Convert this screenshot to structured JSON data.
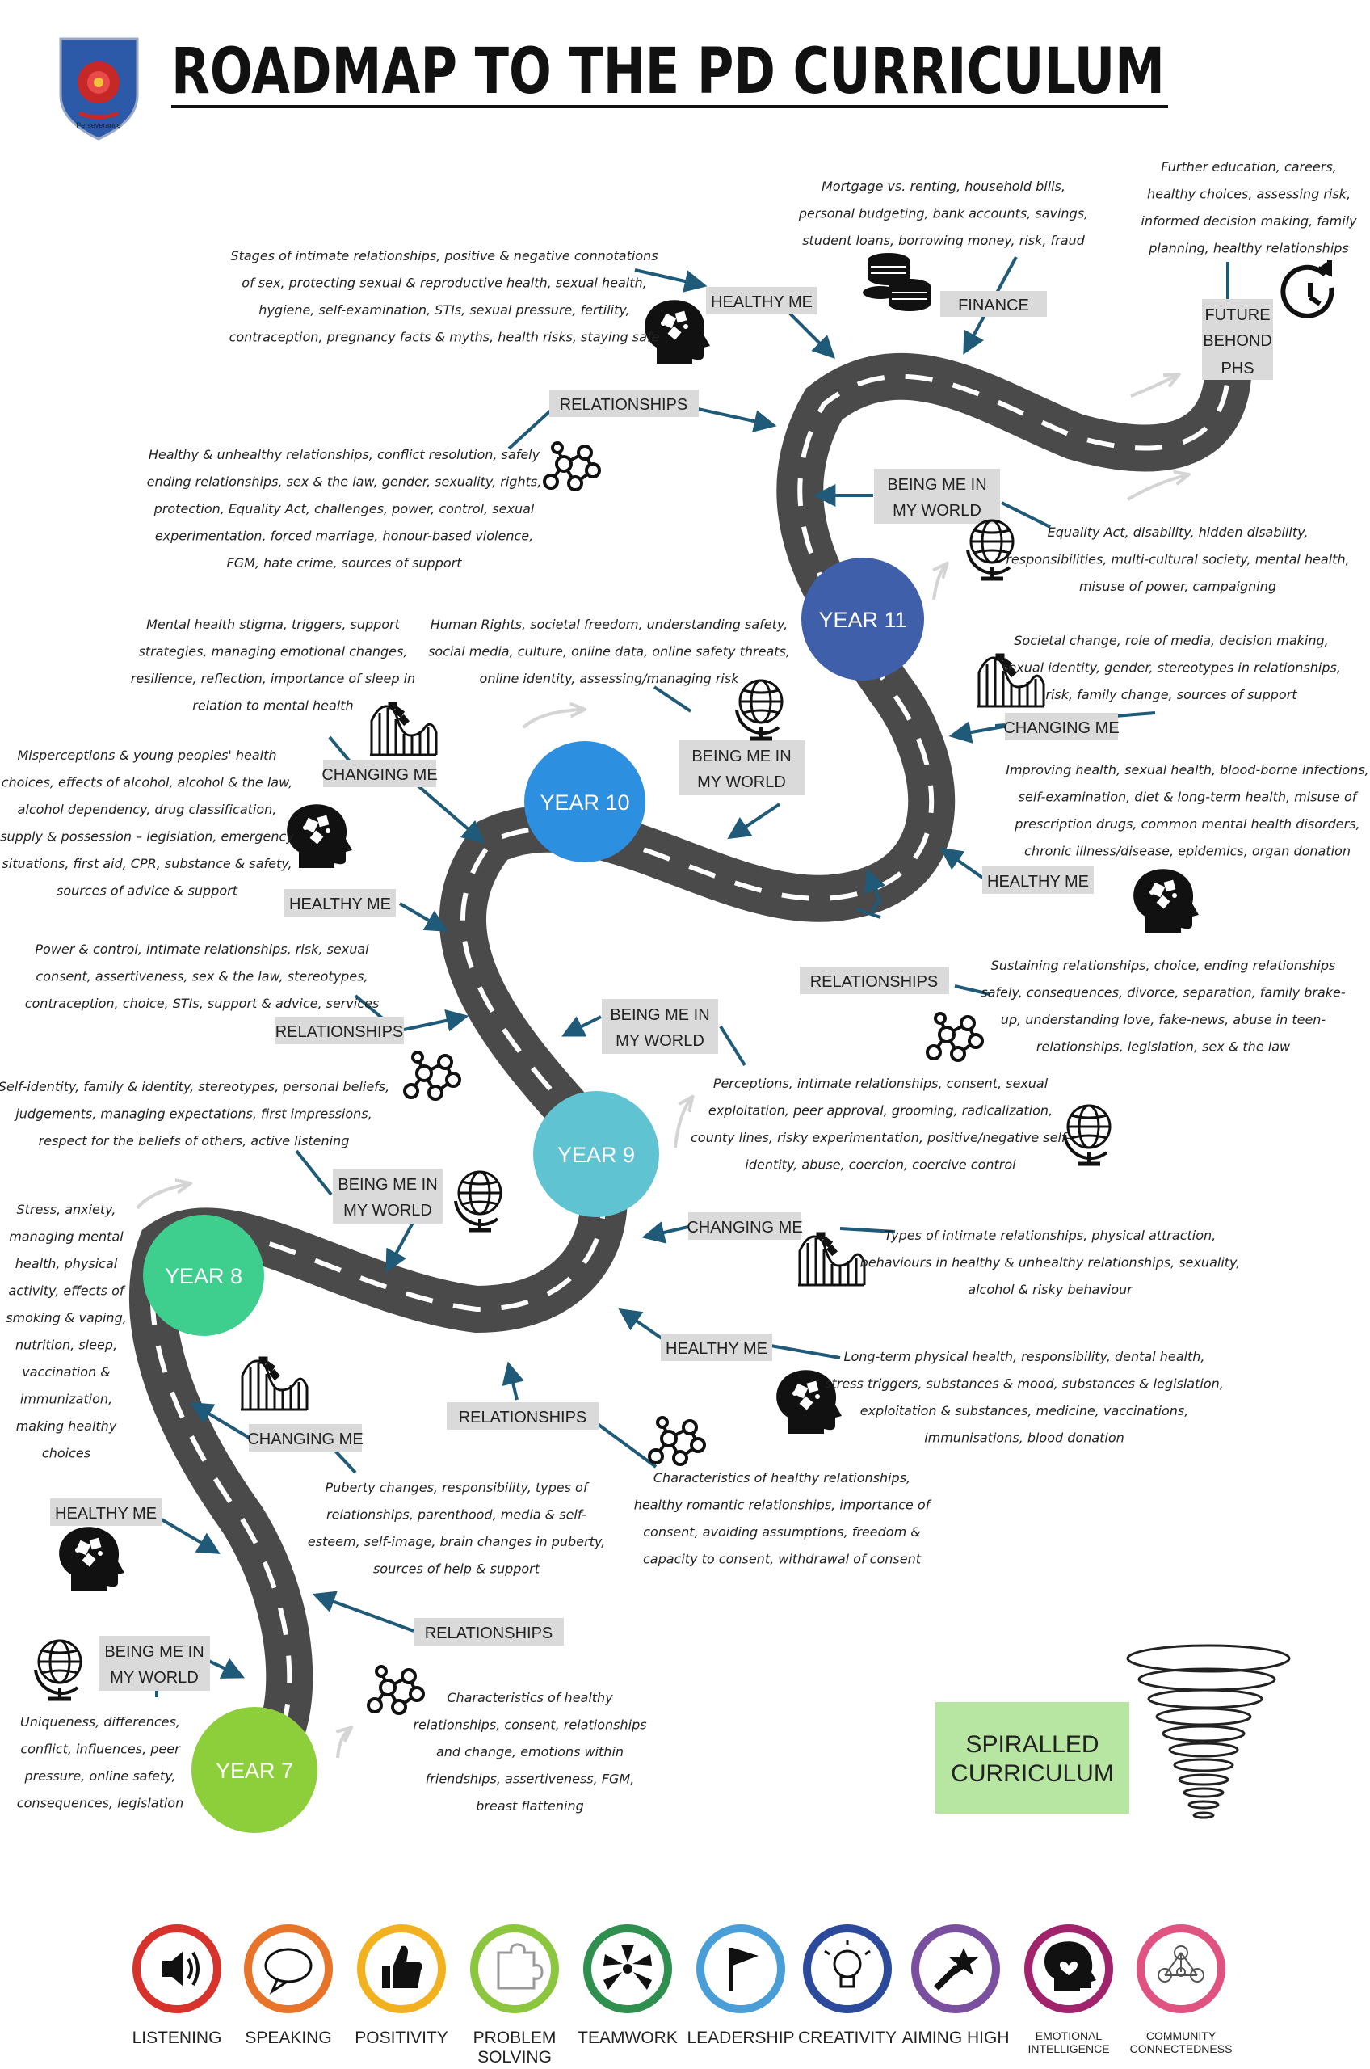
{
  "title": "ROADMAP TO THE PD CURRICULUM",
  "crest_motto": "Perseverance",
  "spiralled_label": [
    "SPIRALLED",
    "CURRICULUM"
  ],
  "future_label": [
    "FUTURE",
    "BEHOND",
    "PHS"
  ],
  "years": {
    "y7": "YEAR 7",
    "y8": "YEAR 8",
    "y9": "YEAR 9",
    "y10": "YEAR 10",
    "y11": "YEAR 11"
  },
  "colors": {
    "road": "#4a4a4a",
    "y7": "#8ccf3a",
    "y8": "#3ecf8e",
    "y9": "#5fc3d2",
    "y10": "#2d8fe0",
    "y11": "#3f5faa",
    "label_bg": "#dadada",
    "arrow": "#1f5a78",
    "spiral_bg": "#b6e6a2"
  },
  "topics": {
    "healthy_me": "HEALTHY ME",
    "relationships": "RELATIONSHIPS",
    "changing_me": "CHANGING ME",
    "being_me": [
      "BEING ME IN",
      "MY WORLD"
    ],
    "finance": "FINANCE"
  },
  "descriptions": {
    "y11_healthy": [
      "Stages of intimate relationships, positive & negative connotations",
      "of sex, protecting sexual & reproductive health, sexual health,",
      "hygiene, self-examination, STIs, sexual pressure, fertility,",
      "contraception, pregnancy facts & myths, health risks, staying safe"
    ],
    "y11_finance": [
      "Mortgage vs. renting, household bills,",
      "personal budgeting, bank accounts, savings,",
      "student loans, borrowing money, risk, fraud"
    ],
    "y11_future": [
      "Further education, careers,",
      "healthy choices, assessing risk,",
      "informed decision making, family",
      "planning, healthy relationships"
    ],
    "y11_relationships": [
      "Healthy & unhealthy relationships, conflict resolution, safely",
      "ending relationships, sex & the law, gender, sexuality, rights,",
      "protection, Equality Act, challenges, power, control, sexual",
      "experimentation, forced marriage, honour-based violence,",
      "FGM, hate crime, sources of support"
    ],
    "y11_being": [
      "Equality Act, disability, hidden disability,",
      "responsibilities, multi-cultural society, mental health,",
      "misuse of power, campaigning"
    ],
    "y10_changing": [
      "Mental health stigma, triggers, support",
      "strategies, managing emotional changes,",
      "resilience, reflection, importance of sleep in",
      "relation to mental health"
    ],
    "y10_being": [
      "Human Rights, societal freedom, understanding safety,",
      "social media, culture, online data, online safety threats,",
      "online identity, assessing/managing risk"
    ],
    "y10_changing_r": [
      "Societal change, role of media, decision making,",
      "sexual identity, gender, stereotypes in relationships,",
      "risk, family change, sources of support"
    ],
    "y10_healthy": [
      "Misperceptions & young peoples' health",
      "choices, effects of alcohol, alcohol & the law,",
      "alcohol dependency, drug classification,",
      "supply & possession – legislation, emergency",
      "situations, first aid, CPR, substance & safety,",
      "sources of advice & support"
    ],
    "y10_healthy_r": [
      "Improving health, sexual health, blood-borne infections,",
      "self-examination, diet & long-term health, misuse of",
      "prescription drugs, common mental health disorders,",
      "chronic illness/disease, epidemics, organ donation"
    ],
    "y10_relationships": [
      "Power & control, intimate relationships, risk, sexual",
      "consent, assertiveness, sex & the law, stereotypes,",
      "contraception, choice, STIs, support & advice, services"
    ],
    "y10_relationships_r": [
      "Sustaining relationships, choice, ending relationships",
      "safely, consequences, divorce, separation, family brake-",
      "up, understanding love, fake-news, abuse in teen-",
      "relationships, legislation, sex & the law"
    ],
    "y9_being_l": [
      "Self-identity, family & identity, stereotypes, personal beliefs,",
      "judgements, managing expectations, first impressions,",
      "respect for the beliefs of others, active listening"
    ],
    "y9_being": [
      "Perceptions, intimate relationships, consent, sexual",
      "exploitation, peer approval, grooming, radicalization,",
      "county lines, risky experimentation, positive/negative self-",
      "identity, abuse, coercion, coercive control"
    ],
    "y9_changing": [
      "Types of intimate relationships, physical attraction,",
      "behaviours in healthy & unhealthy relationships, sexuality,",
      "alcohol & risky behaviour"
    ],
    "y9_healthy": [
      "Long-term physical health, responsibility, dental health,",
      "stress triggers, substances & mood, substances & legislation,",
      "exploitation & substances, medicine, vaccinations,",
      "immunisations, blood donation"
    ],
    "y8_healthy": [
      "Stress, anxiety,",
      "managing mental",
      "health, physical",
      "activity, effects of",
      "smoking & vaping,",
      "nutrition, sleep,",
      "vaccination &",
      "immunization,",
      "making healthy",
      "choices"
    ],
    "y8_changing": [
      "Puberty changes, responsibility, types of",
      "relationships, parenthood, media & self-",
      "esteem, self-image, brain changes in puberty,",
      "sources of help & support"
    ],
    "y8_relationships": [
      "Characteristics of healthy relationships,",
      "healthy romantic relationships, importance of",
      "consent, avoiding assumptions, freedom &",
      "capacity to consent, withdrawal of consent"
    ],
    "y7_being": [
      "Uniqueness, differences,",
      "conflict, influences, peer",
      "pressure, online safety,",
      "consequences, legislation"
    ],
    "y7_relationships": [
      "Characteristics of healthy",
      "relationships, consent, relationships",
      "and change, emotions within",
      "friendships, assertiveness, FGM,",
      "breast flattening"
    ]
  },
  "values": [
    {
      "label": [
        "LISTENING"
      ],
      "color": "#d8322c",
      "icon": "speaker-icon"
    },
    {
      "label": [
        "SPEAKING"
      ],
      "color": "#e8742a",
      "icon": "speech-bubble-icon"
    },
    {
      "label": [
        "POSITIVITY"
      ],
      "color": "#f2b21f",
      "icon": "thumbs-up-icon"
    },
    {
      "label": [
        "PROBLEM",
        "SOLVING"
      ],
      "color": "#8cc63f",
      "icon": "puzzle-icon"
    },
    {
      "label": [
        "TEAMWORK"
      ],
      "color": "#2f8f4e",
      "icon": "team-icon"
    },
    {
      "label": [
        "LEADERSHIP"
      ],
      "color": "#4a9ed8",
      "icon": "flag-icon"
    },
    {
      "label": [
        "CREATIVITY"
      ],
      "color": "#2c4a9c",
      "icon": "lightbulb-icon"
    },
    {
      "label": [
        "AIMING HIGH"
      ],
      "color": "#7a4fa0",
      "icon": "shooting-star-icon"
    },
    {
      "label": [
        "EMOTIONAL",
        "INTELLIGENCE"
      ],
      "color": "#a0236b",
      "icon": "head-heart-icon"
    },
    {
      "label": [
        "COMMUNITY",
        "CONNECTEDNESS"
      ],
      "color": "#e0527f",
      "icon": "network-icon"
    }
  ]
}
